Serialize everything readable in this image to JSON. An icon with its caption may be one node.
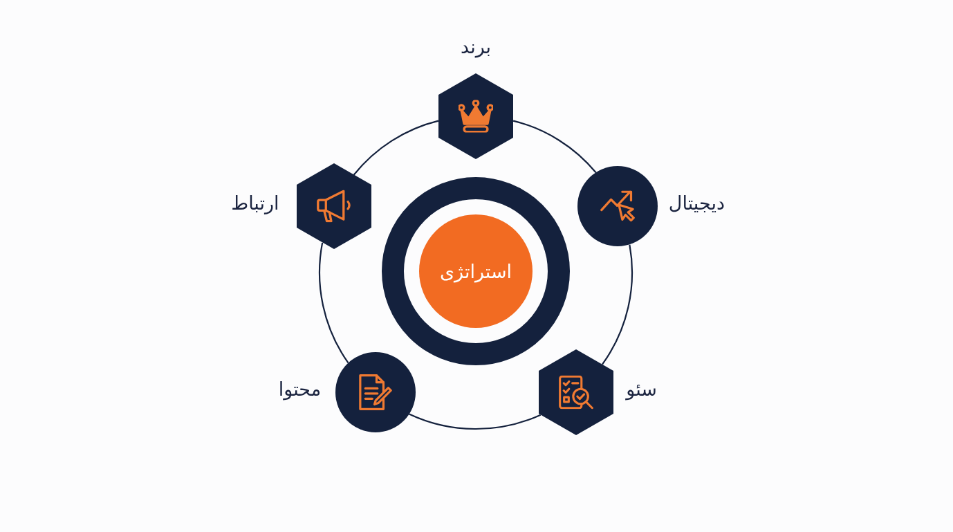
{
  "diagram": {
    "nodes": [
      {
        "text": [
          "استراتژی"
        ]
      },
      {
        "text": [],
        "shape": "hexagon",
        "beside": [
          "برند"
        ]
      },
      {
        "text": [],
        "shape": "circle",
        "beside": [
          "دیجیتال"
        ]
      },
      {
        "text": [],
        "shape": "hexagon",
        "beside": [
          "سئو"
        ]
      },
      {
        "text": [],
        "shape": "circle",
        "beside": [
          "محتوا"
        ]
      },
      {
        "text": [],
        "shape": "hexagon",
        "beside": [
          "ارتباط"
        ]
      }
    ],
    "edges": [
      {
        "from": 1,
        "to": 2,
        "arrow": "none"
      },
      {
        "from": 2,
        "to": 3,
        "arrow": "none"
      },
      {
        "from": 3,
        "to": 4,
        "arrow": "none"
      },
      {
        "from": 4,
        "to": 5,
        "arrow": "none"
      },
      {
        "from": 5,
        "to": 1,
        "arrow": "none"
      }
    ]
  }
}
